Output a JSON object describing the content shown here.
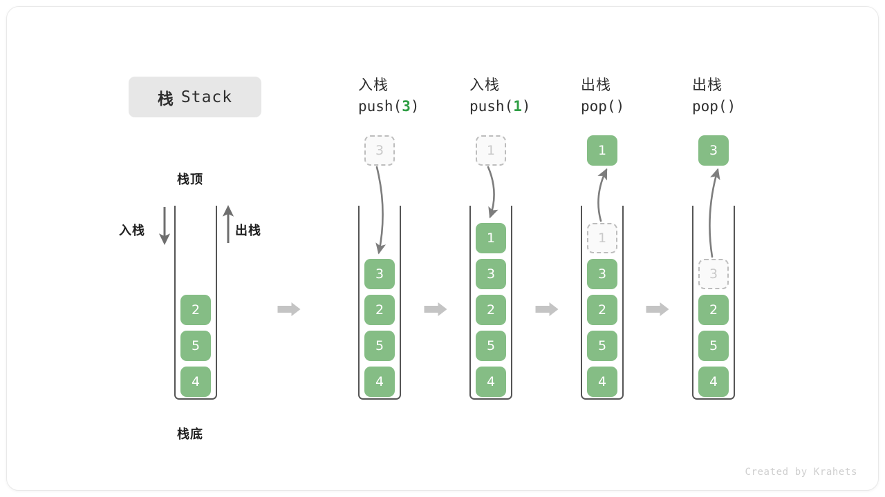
{
  "title": {
    "cn": "栈",
    "en": "Stack"
  },
  "labels": {
    "top": "栈顶",
    "bottom": "栈底",
    "push": "入栈",
    "pop": "出栈"
  },
  "colors": {
    "element": "#85bd85",
    "element_text": "#ffffff",
    "ghost_border": "#bdbdbd",
    "ghost_text": "#c9c9c9",
    "accent_code": "#2f9e44",
    "stroke": "#555555",
    "step_arrow": "#c4c4c4",
    "badge_bg": "#e7e7e7"
  },
  "initial_stack": {
    "name": "initial",
    "elements": [
      "2",
      "5",
      "4"
    ]
  },
  "steps": [
    {
      "id": "push-3",
      "head_cn": "入栈",
      "head_code_prefix": "push(",
      "head_code_arg": "3",
      "head_code_suffix": ")",
      "floating": {
        "value": "3",
        "style": "ghost"
      },
      "arrow": "down",
      "stack": [
        {
          "value": "3",
          "style": "solid"
        },
        {
          "value": "2",
          "style": "solid"
        },
        {
          "value": "5",
          "style": "solid"
        },
        {
          "value": "4",
          "style": "solid"
        }
      ]
    },
    {
      "id": "push-1",
      "head_cn": "入栈",
      "head_code_prefix": "push(",
      "head_code_arg": "1",
      "head_code_suffix": ")",
      "floating": {
        "value": "1",
        "style": "ghost"
      },
      "arrow": "down",
      "stack": [
        {
          "value": "1",
          "style": "solid"
        },
        {
          "value": "3",
          "style": "solid"
        },
        {
          "value": "2",
          "style": "solid"
        },
        {
          "value": "5",
          "style": "solid"
        },
        {
          "value": "4",
          "style": "solid"
        }
      ]
    },
    {
      "id": "pop-1",
      "head_cn": "出栈",
      "head_code_prefix": "pop(",
      "head_code_arg": "",
      "head_code_suffix": ")",
      "floating": {
        "value": "1",
        "style": "solid"
      },
      "arrow": "up",
      "stack": [
        {
          "value": "1",
          "style": "ghost"
        },
        {
          "value": "3",
          "style": "solid"
        },
        {
          "value": "2",
          "style": "solid"
        },
        {
          "value": "5",
          "style": "solid"
        },
        {
          "value": "4",
          "style": "solid"
        }
      ]
    },
    {
      "id": "pop-3",
      "head_cn": "出栈",
      "head_code_prefix": "pop(",
      "head_code_arg": "",
      "head_code_suffix": ")",
      "floating": {
        "value": "3",
        "style": "solid"
      },
      "arrow": "up",
      "stack": [
        {
          "value": "3",
          "style": "ghost"
        },
        {
          "value": "2",
          "style": "solid"
        },
        {
          "value": "5",
          "style": "solid"
        },
        {
          "value": "4",
          "style": "solid"
        }
      ]
    }
  ],
  "footer": "Created by Krahets"
}
